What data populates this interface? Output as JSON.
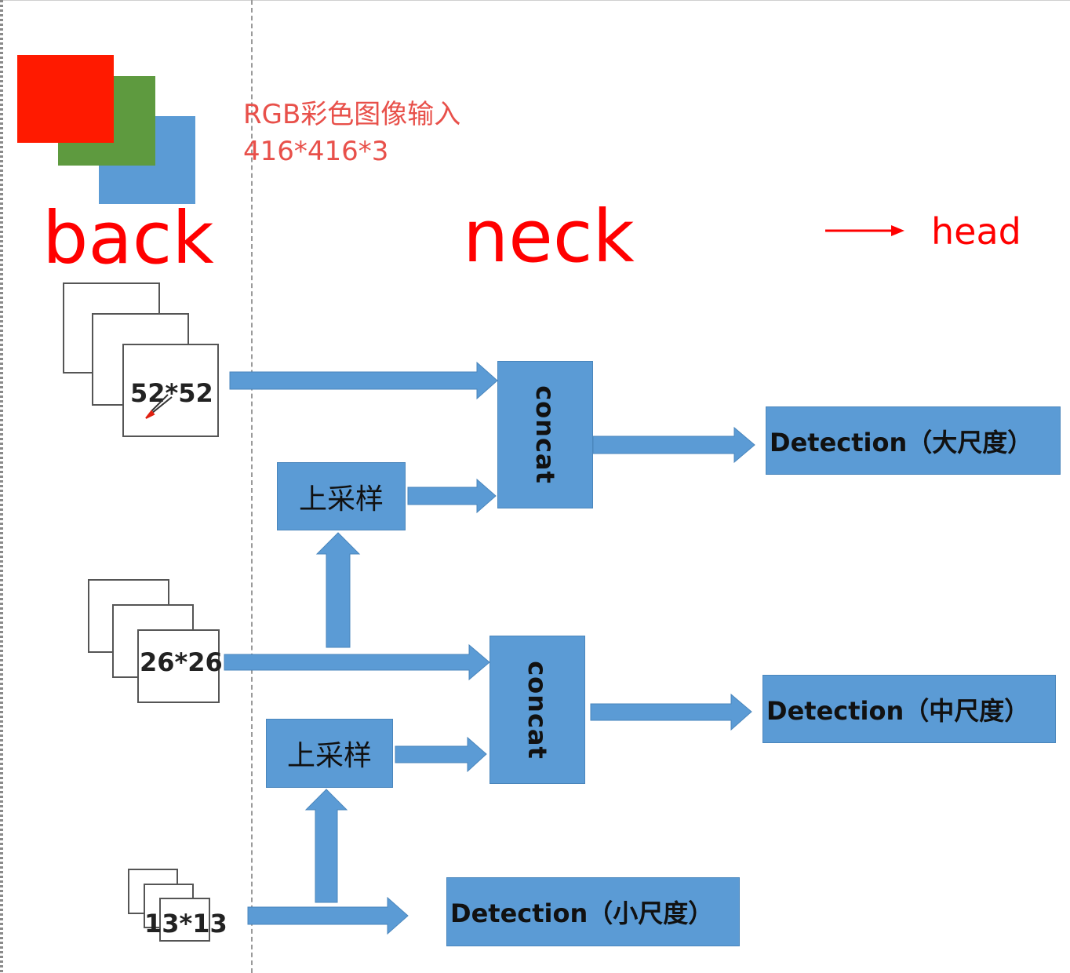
{
  "input": {
    "label_line1": "RGB彩色图像输入",
    "label_line2": "416*416*3",
    "channel_colors": [
      "#ff1a00",
      "#5e9a3f",
      "#5b9bd5"
    ]
  },
  "sections": {
    "backbone": "back",
    "neck": "neck",
    "head": "head"
  },
  "feature_maps": [
    {
      "label": "52*52"
    },
    {
      "label": "26*26"
    },
    {
      "label": "13*13"
    }
  ],
  "upsample": [
    {
      "label": "上采样"
    },
    {
      "label": "上采样"
    }
  ],
  "concat": [
    {
      "label": "concat"
    },
    {
      "label": "concat"
    }
  ],
  "detection": [
    {
      "label": "Detection（大尺度）"
    },
    {
      "label": "Detection（中尺度）"
    },
    {
      "label": "Detection（小尺度）"
    }
  ],
  "colors": {
    "block_fill": "#5b9bd5",
    "annotation_red": "#ff0000",
    "input_label": "#e8504a"
  }
}
